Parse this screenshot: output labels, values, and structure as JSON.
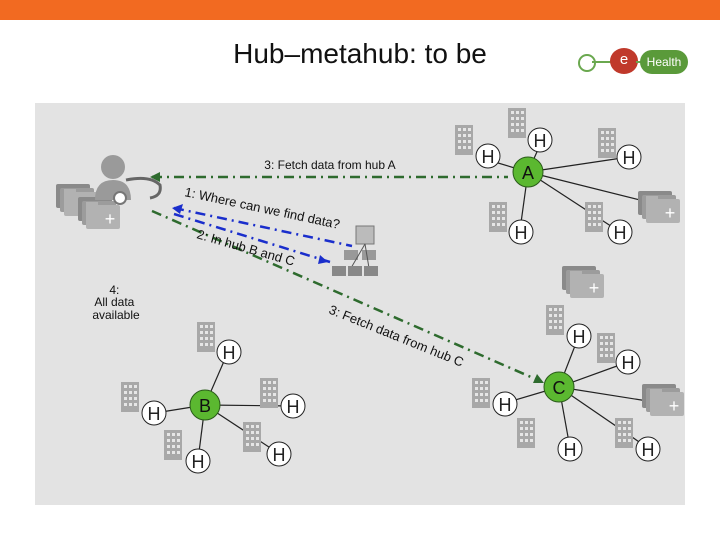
{
  "slide": {
    "title": "Hub–metahub: to be",
    "logo": {
      "letter": "e",
      "word": "Health"
    }
  },
  "diagram": {
    "hubs": [
      {
        "id": "A",
        "label": "A"
      },
      {
        "id": "B",
        "label": "B"
      },
      {
        "id": "C",
        "label": "C"
      }
    ],
    "hospital_symbol": "H",
    "arrows": {
      "fetch_a": "3: Fetch data from hub A",
      "where": "1: Where can we find data?",
      "in_hub": "2: In hub B and C",
      "fetch_c": "3: Fetch data from hub C"
    },
    "available": "4:\nAll data\navailable",
    "available_lines": [
      "4:",
      "All data",
      "available"
    ],
    "colors": {
      "hub_fill": "#5bb830",
      "accent": "#f26a21",
      "blue": "#1a2ecc",
      "green_dash": "#2e6b2e"
    }
  }
}
